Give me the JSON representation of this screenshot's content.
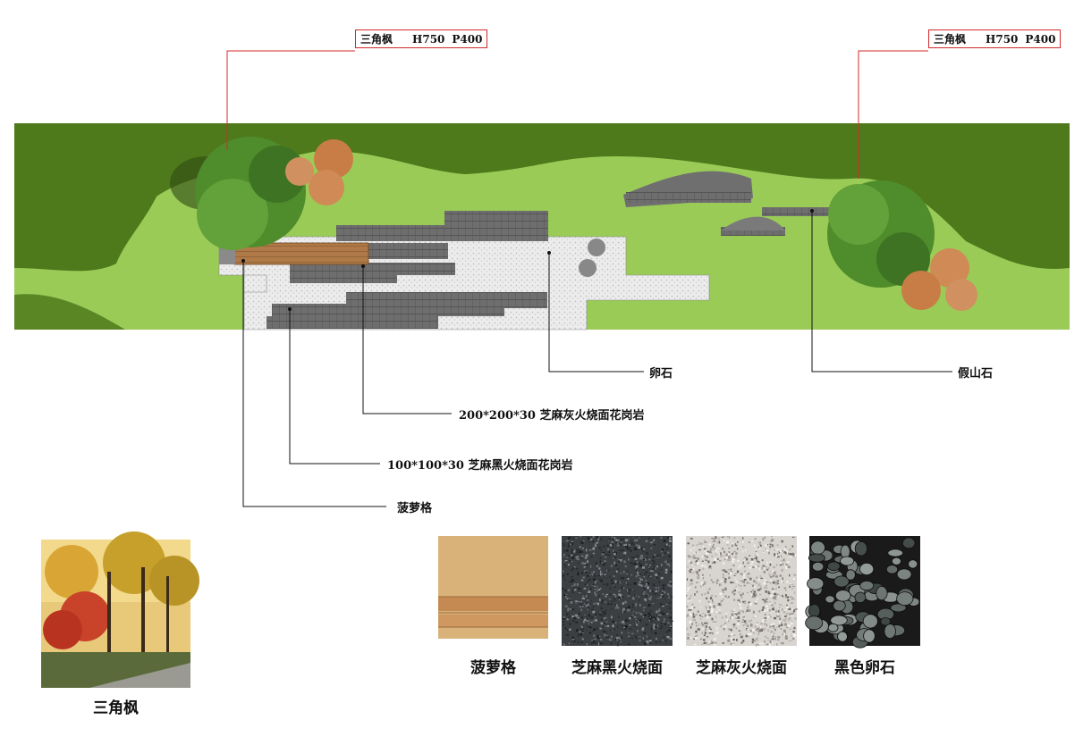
{
  "tags": [
    {
      "name": "三角枫",
      "height": "H750",
      "spread": "P400"
    },
    {
      "name": "三角枫",
      "height": "H750",
      "spread": "P400"
    }
  ],
  "callouts": {
    "pebble": "卵石",
    "rockery": "假山石",
    "grey_granite": "200*200*30  芝麻灰火烧面花岗岩",
    "black_granite": "100*100*30  芝麻黑火烧面花岗岩",
    "wood": "菠萝格"
  },
  "tree_photo_caption": "三角枫",
  "materials": [
    {
      "caption": "菠萝格"
    },
    {
      "caption": "芝麻黑火烧面"
    },
    {
      "caption": "芝麻灰火烧面"
    },
    {
      "caption": "黑色卵石"
    }
  ],
  "colors": {
    "dark_lawn": "#4e7a1c",
    "light_lawn": "#9acb57",
    "gravel": "#e6e6e6",
    "paving": "#7a7a7a",
    "wood": "#b07a48",
    "leader_red": "#d42a2a"
  }
}
